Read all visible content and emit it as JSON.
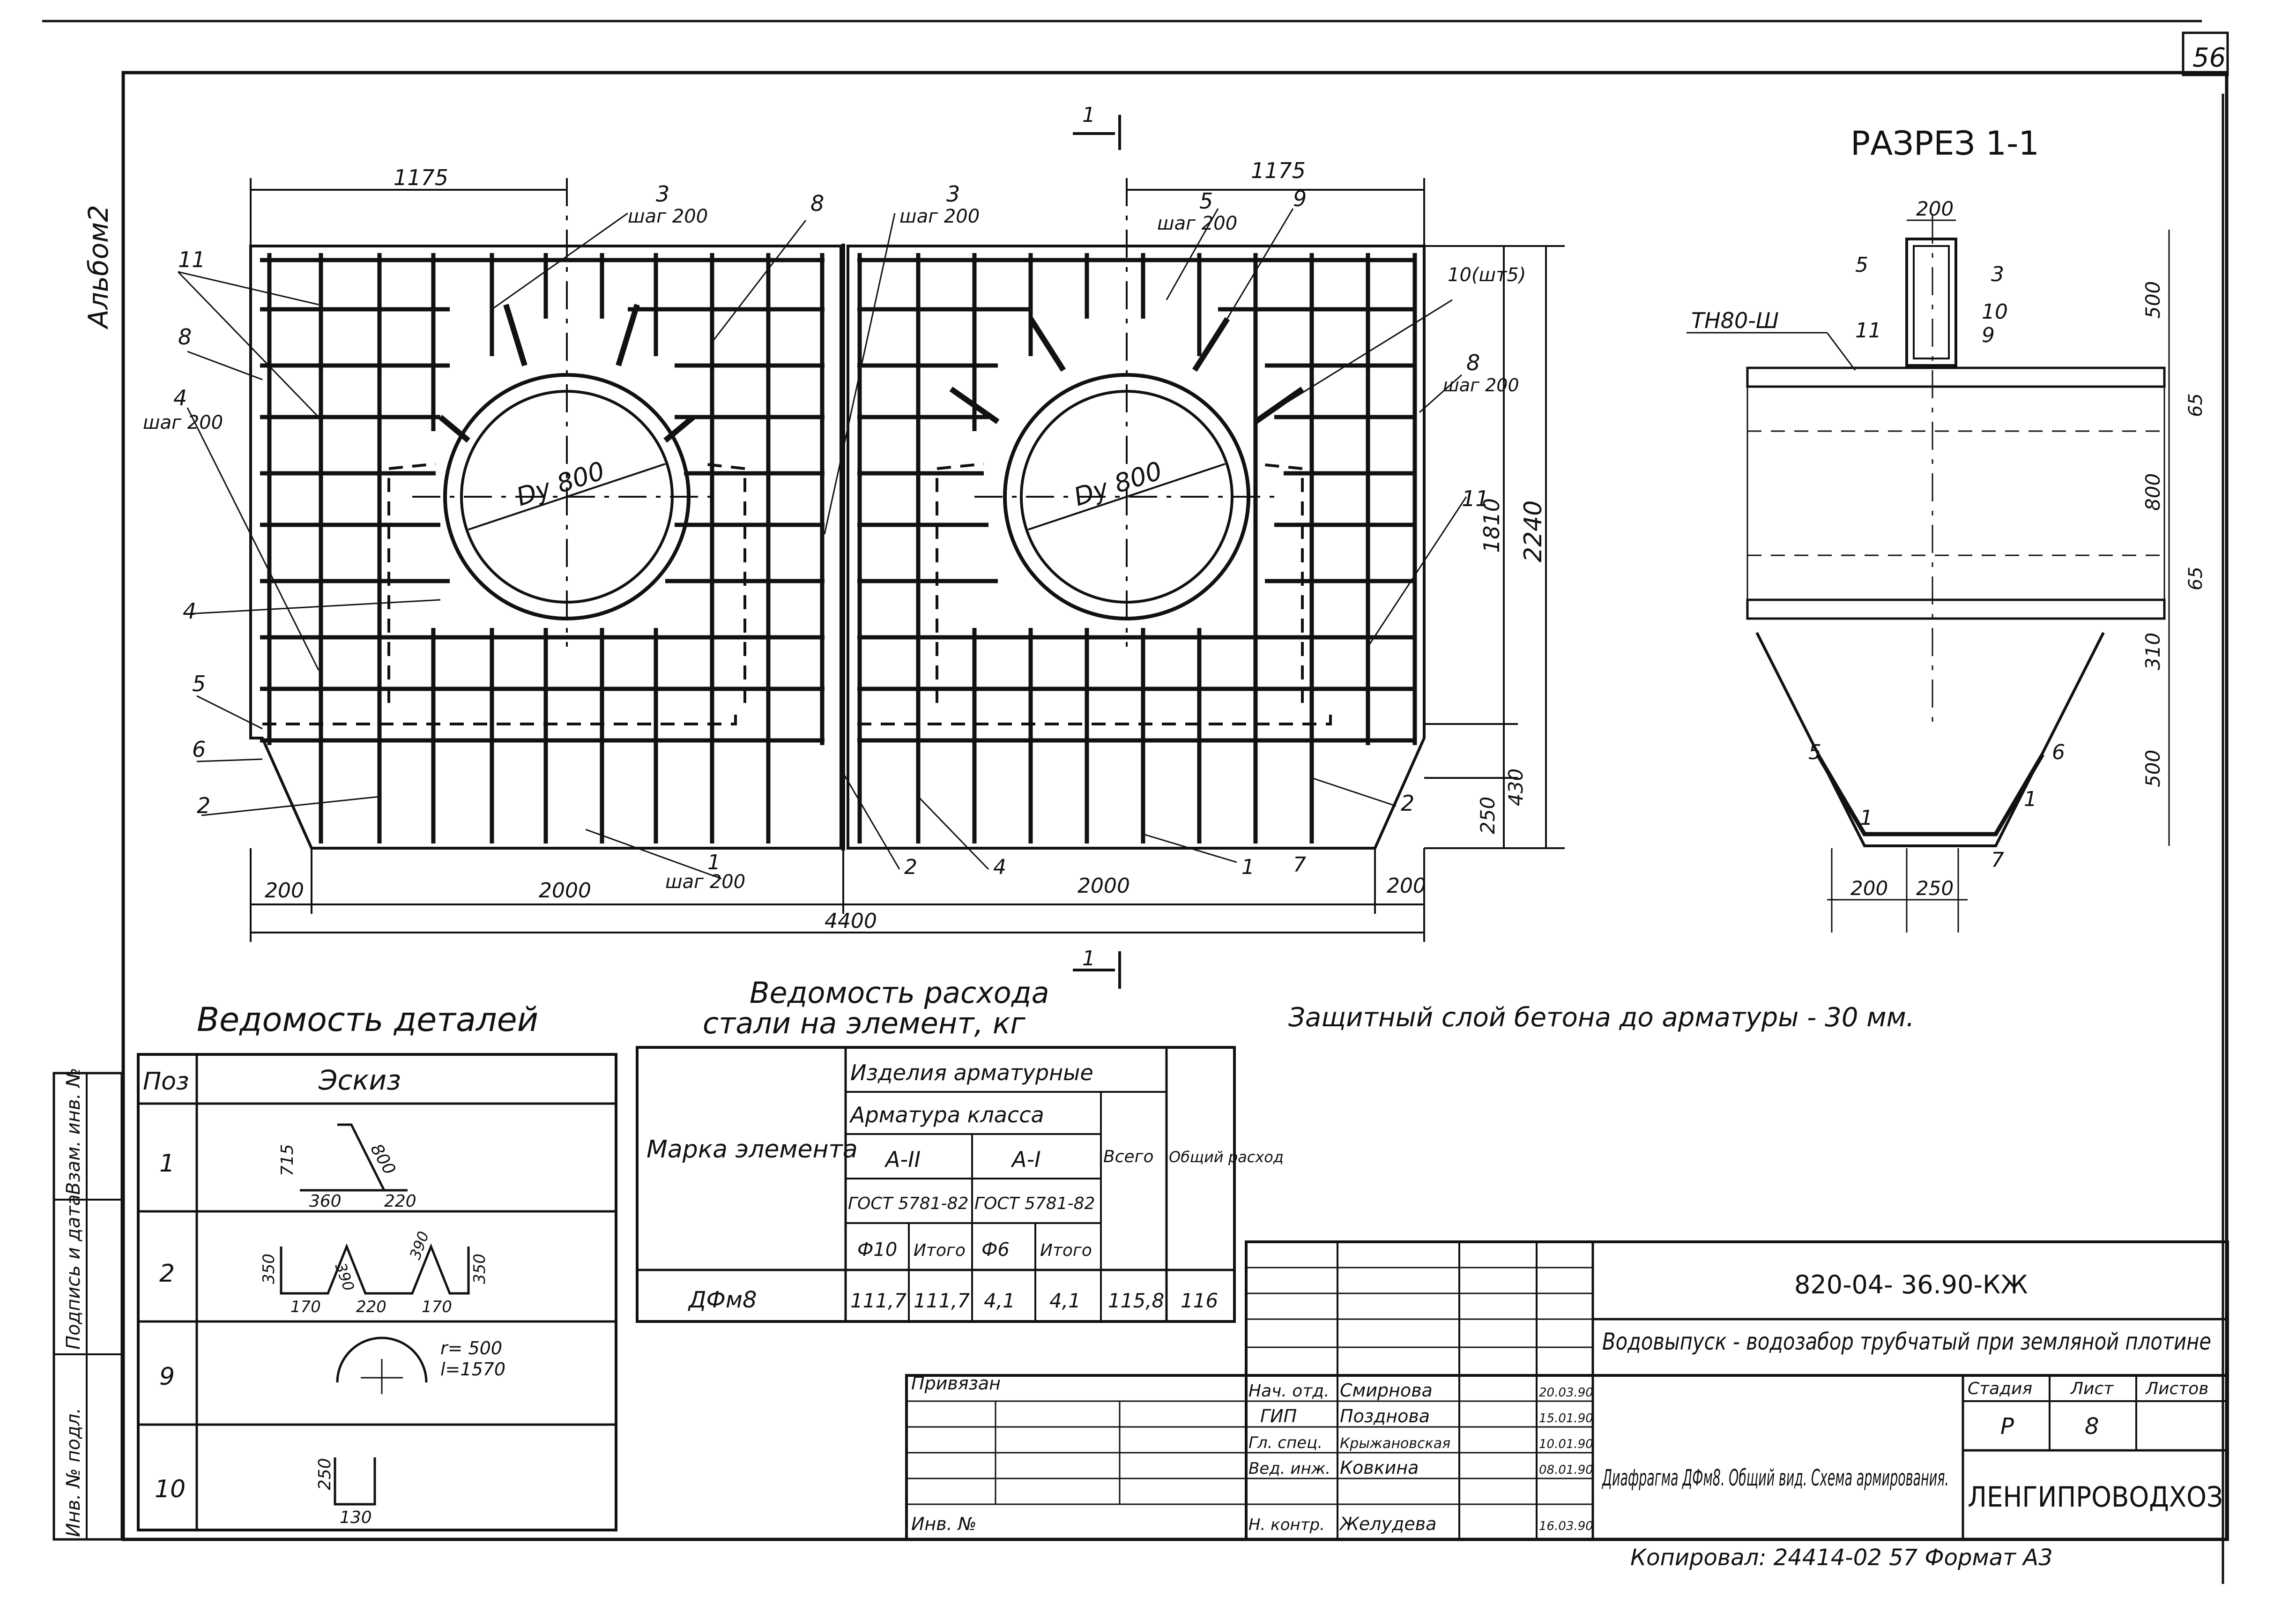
{
  "sheet": {
    "number": "56",
    "album": "Альбом2",
    "format_note": "Копировал: 24414-02 57 Формат А3"
  },
  "plan": {
    "dims_top": [
      "1175",
      "1175"
    ],
    "dims_right": [
      "1810",
      "2240",
      "430",
      "250"
    ],
    "dims_bottom": [
      "200",
      "2000",
      "2000",
      "200",
      "4400"
    ],
    "pipe_label": "Dу 800",
    "section_mark": "1",
    "step_label": "шаг 200",
    "count_label": "10(шт5)",
    "callouts": [
      "1",
      "2",
      "3",
      "4",
      "5",
      "6",
      "7",
      "8",
      "9",
      "10",
      "11"
    ]
  },
  "section": {
    "title": "РАЗРЕЗ 1-1",
    "dim_top": "200",
    "dims_right": [
      "500",
      "65",
      "800",
      "65",
      "310",
      "500"
    ],
    "dims_bottom": [
      "200",
      "250"
    ],
    "tn_label": "ТН80-Ш",
    "callouts": [
      "5",
      "3",
      "11",
      "10",
      "9",
      "5",
      "6",
      "1",
      "1",
      "7"
    ]
  },
  "note": "Защитный слой бетона до арматуры - 30 мм.",
  "details_table": {
    "title": "Ведомость деталей",
    "headers": [
      "Поз",
      "Эскиз"
    ],
    "rows": [
      {
        "pos": "1",
        "sketch": [
          "715",
          "360",
          "220",
          "800"
        ]
      },
      {
        "pos": "2",
        "sketch": [
          "350",
          "170",
          "220",
          "170",
          "390",
          "390",
          "350"
        ]
      },
      {
        "pos": "9",
        "sketch": [
          "r= 500",
          "l=1570"
        ]
      },
      {
        "pos": "10",
        "sketch": [
          "250",
          "130"
        ]
      }
    ]
  },
  "steel_table": {
    "title_line1": "Ведомость расхода",
    "title_line2": "стали на элемент, кг",
    "mark_header": "Марка элемента",
    "group_header": "Изделия арматурные",
    "class_header": "Арматура класса",
    "class_a2": "А-II",
    "class_a1": "А-I",
    "gost_a2": "ГОСТ 5781-82",
    "gost_a1": "ГОСТ 5781-82",
    "sub_headers": [
      "Ф10",
      "Итого",
      "Ф6",
      "Итого"
    ],
    "total_header": "Всего",
    "overall_header": "Общий расход",
    "row": {
      "mark": "ДФм8",
      "values": [
        "111,7",
        "111,7",
        "4,1",
        "4,1",
        "115,8",
        "116"
      ]
    }
  },
  "title_block": {
    "code": "820-04- 36.90-КЖ",
    "project": "Водовыпуск - водозабор трубчатый при земляной плотине",
    "drawing": "Диафрагма ДФм8. Общий вид. Схема армирования.",
    "stage_header": "Стадия",
    "sheet_header": "Лист",
    "sheets_header": "Листов",
    "stage": "Р",
    "sheet": "8",
    "org": "ЛЕНГИПРОВОДХОЗ",
    "privyazan": "Привязан",
    "inv": "Инв. №",
    "staff": [
      {
        "role": "Нач. отд.",
        "name": "Смирнова",
        "date": "20.03.90"
      },
      {
        "role": "ГИП",
        "name": "Позднова",
        "date": "15.01.90"
      },
      {
        "role": "Гл. спец.",
        "name": "Крыжановская",
        "date": "10.01.90"
      },
      {
        "role": "Вед. инж.",
        "name": "Ковкина",
        "date": "08.01.90"
      },
      {
        "role": "Н. контр.",
        "name": "Желудева",
        "date": "16.03.90"
      }
    ]
  },
  "side_stamp": [
    "Инв. № подл.",
    "Подпись и дата",
    "Взам. инв. №"
  ]
}
